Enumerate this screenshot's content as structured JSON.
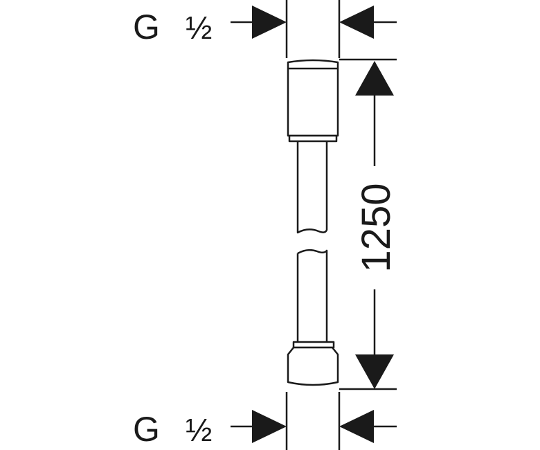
{
  "drawing": {
    "top_thread": {
      "letter": "G",
      "size": "½"
    },
    "bottom_thread": {
      "letter": "G",
      "size": "½"
    },
    "length_value": "1250",
    "colors": {
      "line": "#1a1a1a",
      "background": "#ffffff"
    }
  }
}
